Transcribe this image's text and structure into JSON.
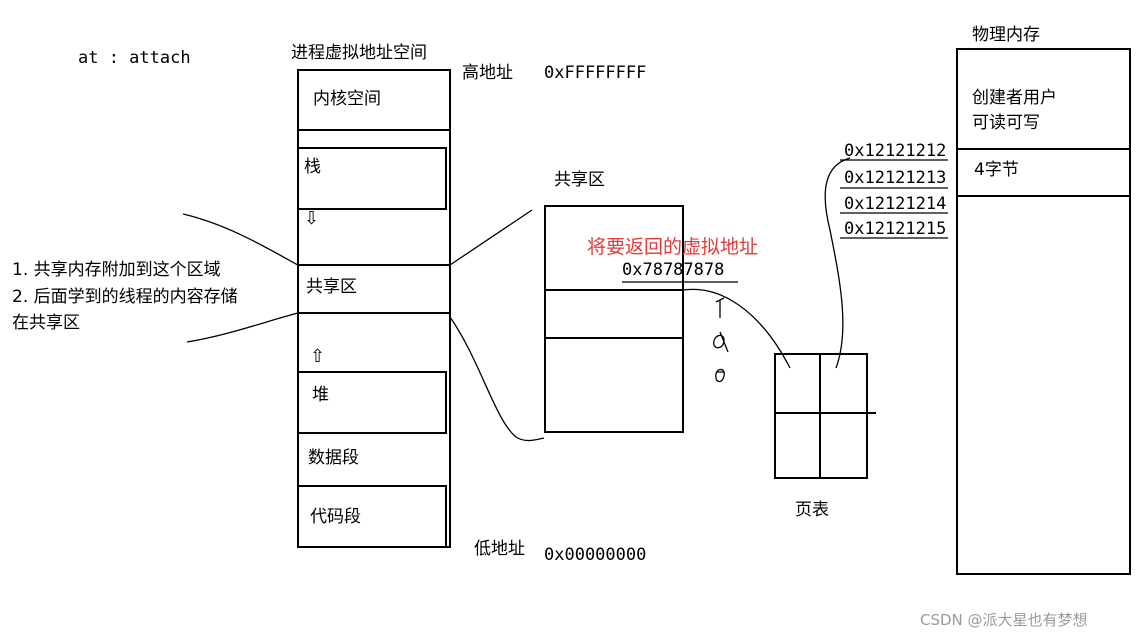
{
  "note_at": "at : attach",
  "vspace": {
    "title": "进程虚拟地址空间",
    "high_label": "高地址",
    "high_addr": "0xFFFFFFFF",
    "low_label": "低地址",
    "low_addr": "0x00000000",
    "segments": {
      "kernel": "内核空间",
      "stack": "栈",
      "stack_arrow": "⇩",
      "shared": "共享区",
      "heap_arrow": "⇧",
      "heap": "堆",
      "data": "数据段",
      "code": "代码段"
    }
  },
  "left_notes": {
    "line1": "1. 共享内存附加到这个区域",
    "line2": "2. 后面学到的线程的内容存储",
    "line3": "在共享区"
  },
  "shared_region": {
    "title": "共享区",
    "return_note": "将要返回的虚拟地址",
    "addr": "0x78787878"
  },
  "page_table": {
    "label": "页表"
  },
  "physical": {
    "title": "物理内存",
    "creator_line1": "创建者用户",
    "creator_line2": "可读可写",
    "bytes": "4字节",
    "addrs": [
      "0x12121212",
      "0x12121213",
      "0x12121214",
      "0x12121215"
    ]
  },
  "watermark": "CSDN @派大星也有梦想",
  "colors": {
    "annotation_red": "#e23b3b",
    "watermark_gray": "#9a9a9a"
  }
}
